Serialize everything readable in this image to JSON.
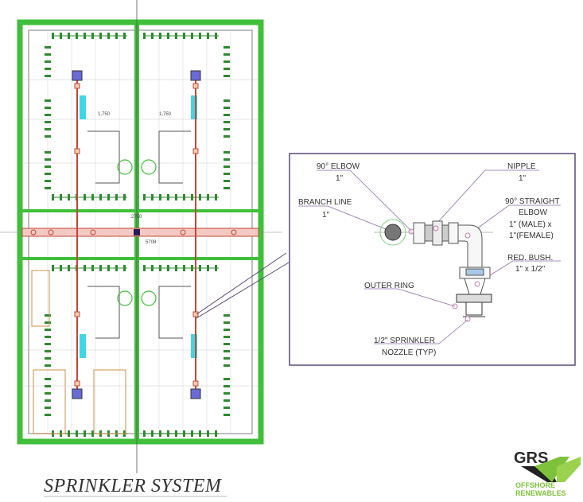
{
  "title": "SPRINKLER SYSTEM",
  "plan": {
    "dimensions": [
      "1,750",
      "1,750",
      "2750",
      "5708"
    ]
  },
  "detail": {
    "labels": {
      "elbow": [
        "90° ELBOW",
        "1\""
      ],
      "nipple": [
        "NIPPLE",
        "1\""
      ],
      "branch_line": [
        "BRANCH LINE",
        "1\""
      ],
      "straight_elbow": [
        "90° STRAIGHT",
        "ELBOW",
        "1\"  (MALE) x",
        "1\"(FEMALE)"
      ],
      "red_bush": [
        "RED. BUSH.",
        "1\" x 1/2\""
      ],
      "outer_ring": [
        "OUTER RING"
      ],
      "nozzle": [
        "1/2\" SPRINKLER",
        "NOZZLE  (TYP)"
      ]
    }
  },
  "logo": {
    "name": "GRS",
    "line1": "OFFSHORE",
    "line2": "RENEWABLES"
  },
  "colors": {
    "wall": "#3fbf3a",
    "pipe": "#c0473a",
    "detail_border": "#5a4a7a",
    "accent_cyan": "#3fd7e6"
  }
}
